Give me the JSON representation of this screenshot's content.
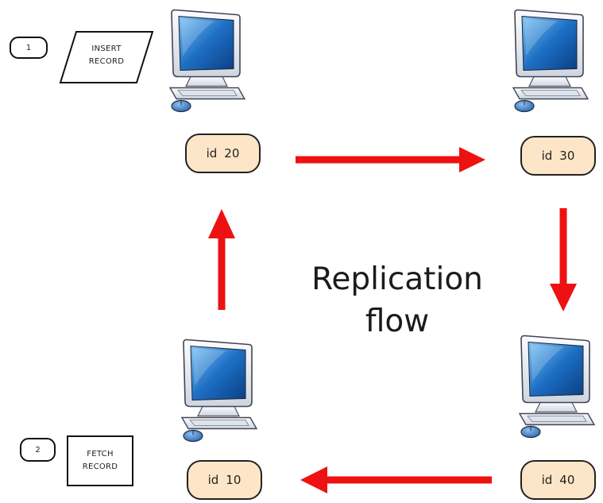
{
  "diagram": {
    "title_lines": [
      "Replication",
      "flow"
    ],
    "nodes": [
      {
        "id": "node-top-left",
        "key": "id",
        "value": "20"
      },
      {
        "id": "node-top-right",
        "key": "id",
        "value": "30"
      },
      {
        "id": "node-bottom-right",
        "key": "id",
        "value": "40"
      },
      {
        "id": "node-bottom-left",
        "key": "id",
        "value": "10"
      }
    ],
    "steps": [
      {
        "number": "1",
        "lines": [
          "INSERT",
          "RECORD"
        ],
        "shape": "parallelogram"
      },
      {
        "number": "2",
        "lines": [
          "FETCH",
          "RECORD"
        ],
        "shape": "rectangle"
      }
    ],
    "edges": [
      {
        "from": "node-top-left",
        "to": "node-top-right"
      },
      {
        "from": "node-top-right",
        "to": "node-bottom-right"
      },
      {
        "from": "node-bottom-right",
        "to": "node-bottom-left"
      },
      {
        "from": "node-bottom-left",
        "to": "node-top-left"
      }
    ],
    "colors": {
      "arrow": "#ee1111",
      "label_fill": "#fde6c8",
      "screen": "#1d6fc4",
      "computer_body": "#e9eef4",
      "mouse": "#3f7fc7"
    },
    "icons": [
      "computer-icon",
      "mouse-icon"
    ]
  }
}
